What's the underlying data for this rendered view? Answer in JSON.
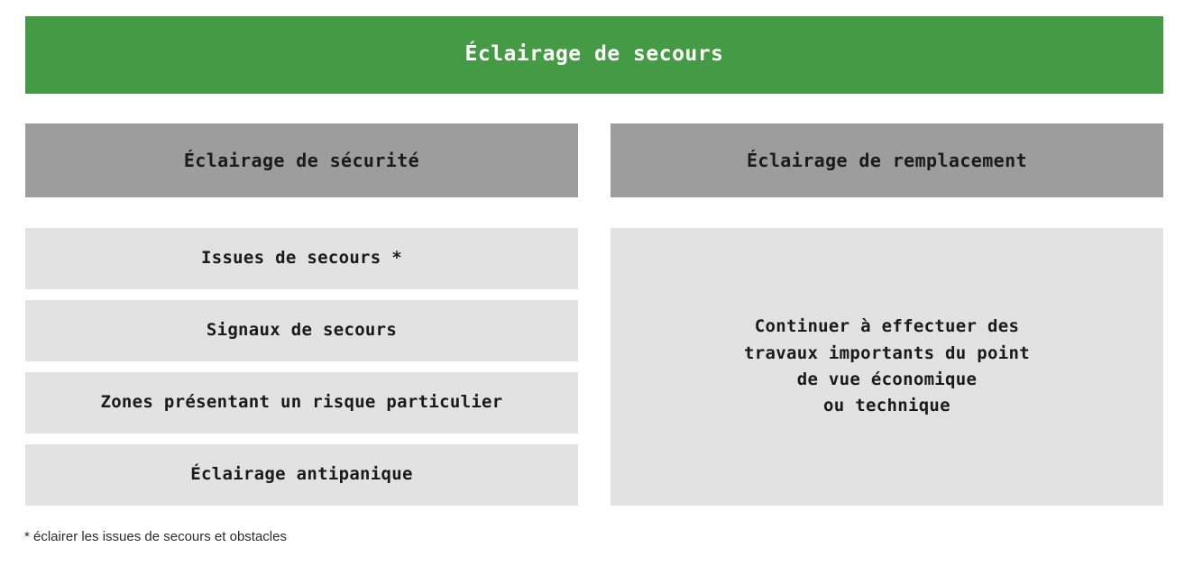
{
  "diagram": {
    "title": "Éclairage de secours",
    "title_background": "#449A45",
    "title_color": "#FFFFFF",
    "header_background": "#9D9D9D",
    "box_background": "#E2E2E2",
    "text_color": "#1A1A1A",
    "columns": [
      {
        "header": "Éclairage de sécurité",
        "items": [
          "Issues de secours *",
          "Signaux de secours",
          "Zones présentant un risque particulier",
          "Éclairage antipanique"
        ]
      },
      {
        "header": "Éclairage de remplacement",
        "panel": "Continuer à effectuer des\ntravaux importants du point\nde vue économique\nou technique"
      }
    ],
    "footnote": "* éclairer les issues de secours et obstacles"
  }
}
